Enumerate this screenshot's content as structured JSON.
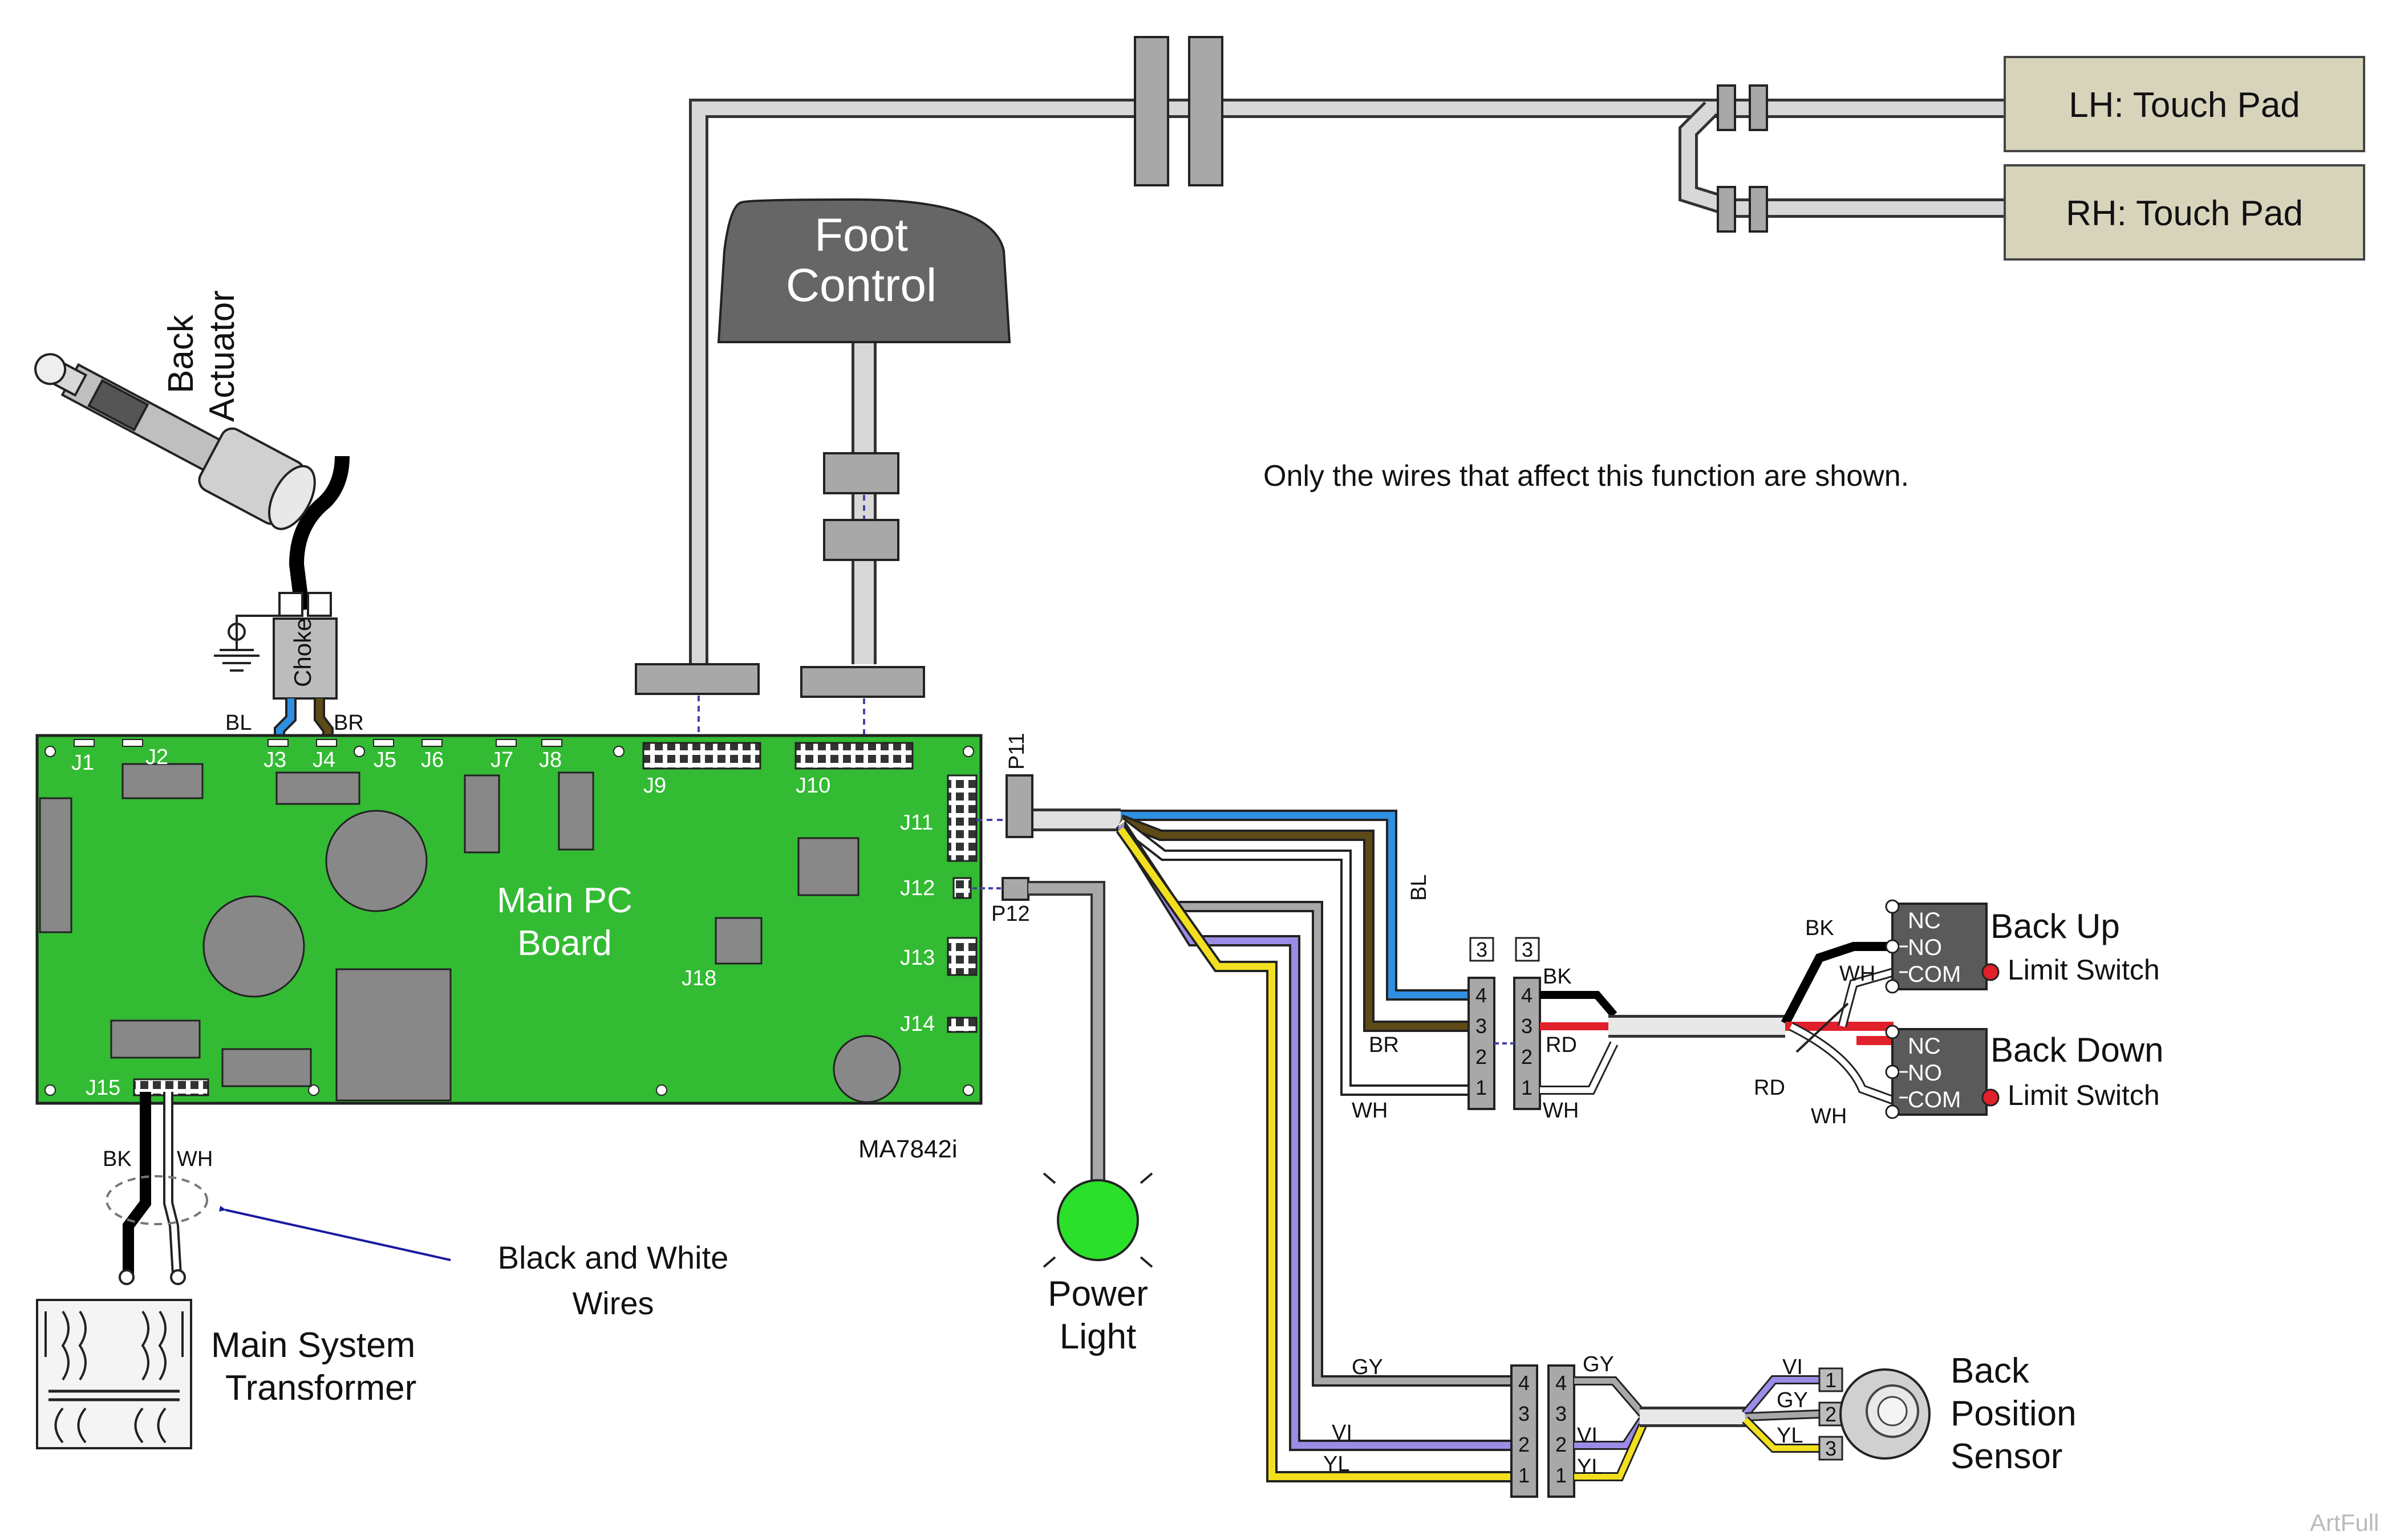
{
  "title": "",
  "note": "Only the wires that affect this function are shown.",
  "colors": {
    "board": "#33bb33",
    "blue_wire": "#2f8fe0",
    "brown_wire": "#5e4a16",
    "black_wire": "#000000",
    "red_wire": "#e0202a",
    "white_wire": "#ffffff",
    "gray_wire": "#a8a8a8",
    "violet_wire": "#9c8ce6",
    "yellow_wire": "#f2e020",
    "touch_pad": "#d8d4bc",
    "foot_control": "#6a6a6a",
    "power_light": "#2be02b"
  },
  "touch_pads": {
    "left": "LH: Touch Pad",
    "right": "RH: Touch Pad"
  },
  "foot_control": {
    "line1": "Foot",
    "line2": "Control"
  },
  "back_actuator": {
    "line1": "Back",
    "line2": "Actuator"
  },
  "choke": "Choke",
  "main_board": {
    "line1": "Main PC",
    "line2": "Board",
    "model": "MA7842i",
    "connectors": [
      "J1",
      "J2",
      "J3",
      "J4",
      "J5",
      "J6",
      "J7",
      "J8",
      "J9",
      "J10",
      "J11",
      "J12",
      "J13",
      "J14",
      "J15",
      "J18"
    ],
    "plugs": [
      "P11",
      "P12"
    ]
  },
  "wire_codes": {
    "bl": "BL",
    "br": "BR",
    "bk": "BK",
    "wh": "WH",
    "rd": "RD",
    "gy": "GY",
    "vi": "VI",
    "yl": "YL"
  },
  "pin_labels": [
    "4",
    "3",
    "2",
    "1"
  ],
  "connector_tag": "3",
  "sensor_pins": [
    "1",
    "2",
    "3"
  ],
  "switch_terminals": [
    "NC",
    "NO",
    "COM"
  ],
  "back_up": {
    "title": "Back Up",
    "subtitle": "Limit Switch"
  },
  "back_down": {
    "title": "Back Down",
    "subtitle": "Limit Switch"
  },
  "back_sensor": {
    "line1": "Back",
    "line2": "Position",
    "line3": "Sensor"
  },
  "power_light": {
    "line1": "Power",
    "line2": "Light"
  },
  "transformer": {
    "line1": "Main System",
    "line2": "Transformer"
  },
  "callout": {
    "line1": "Black and White",
    "line2": "Wires"
  },
  "watermark": "ArtFull"
}
